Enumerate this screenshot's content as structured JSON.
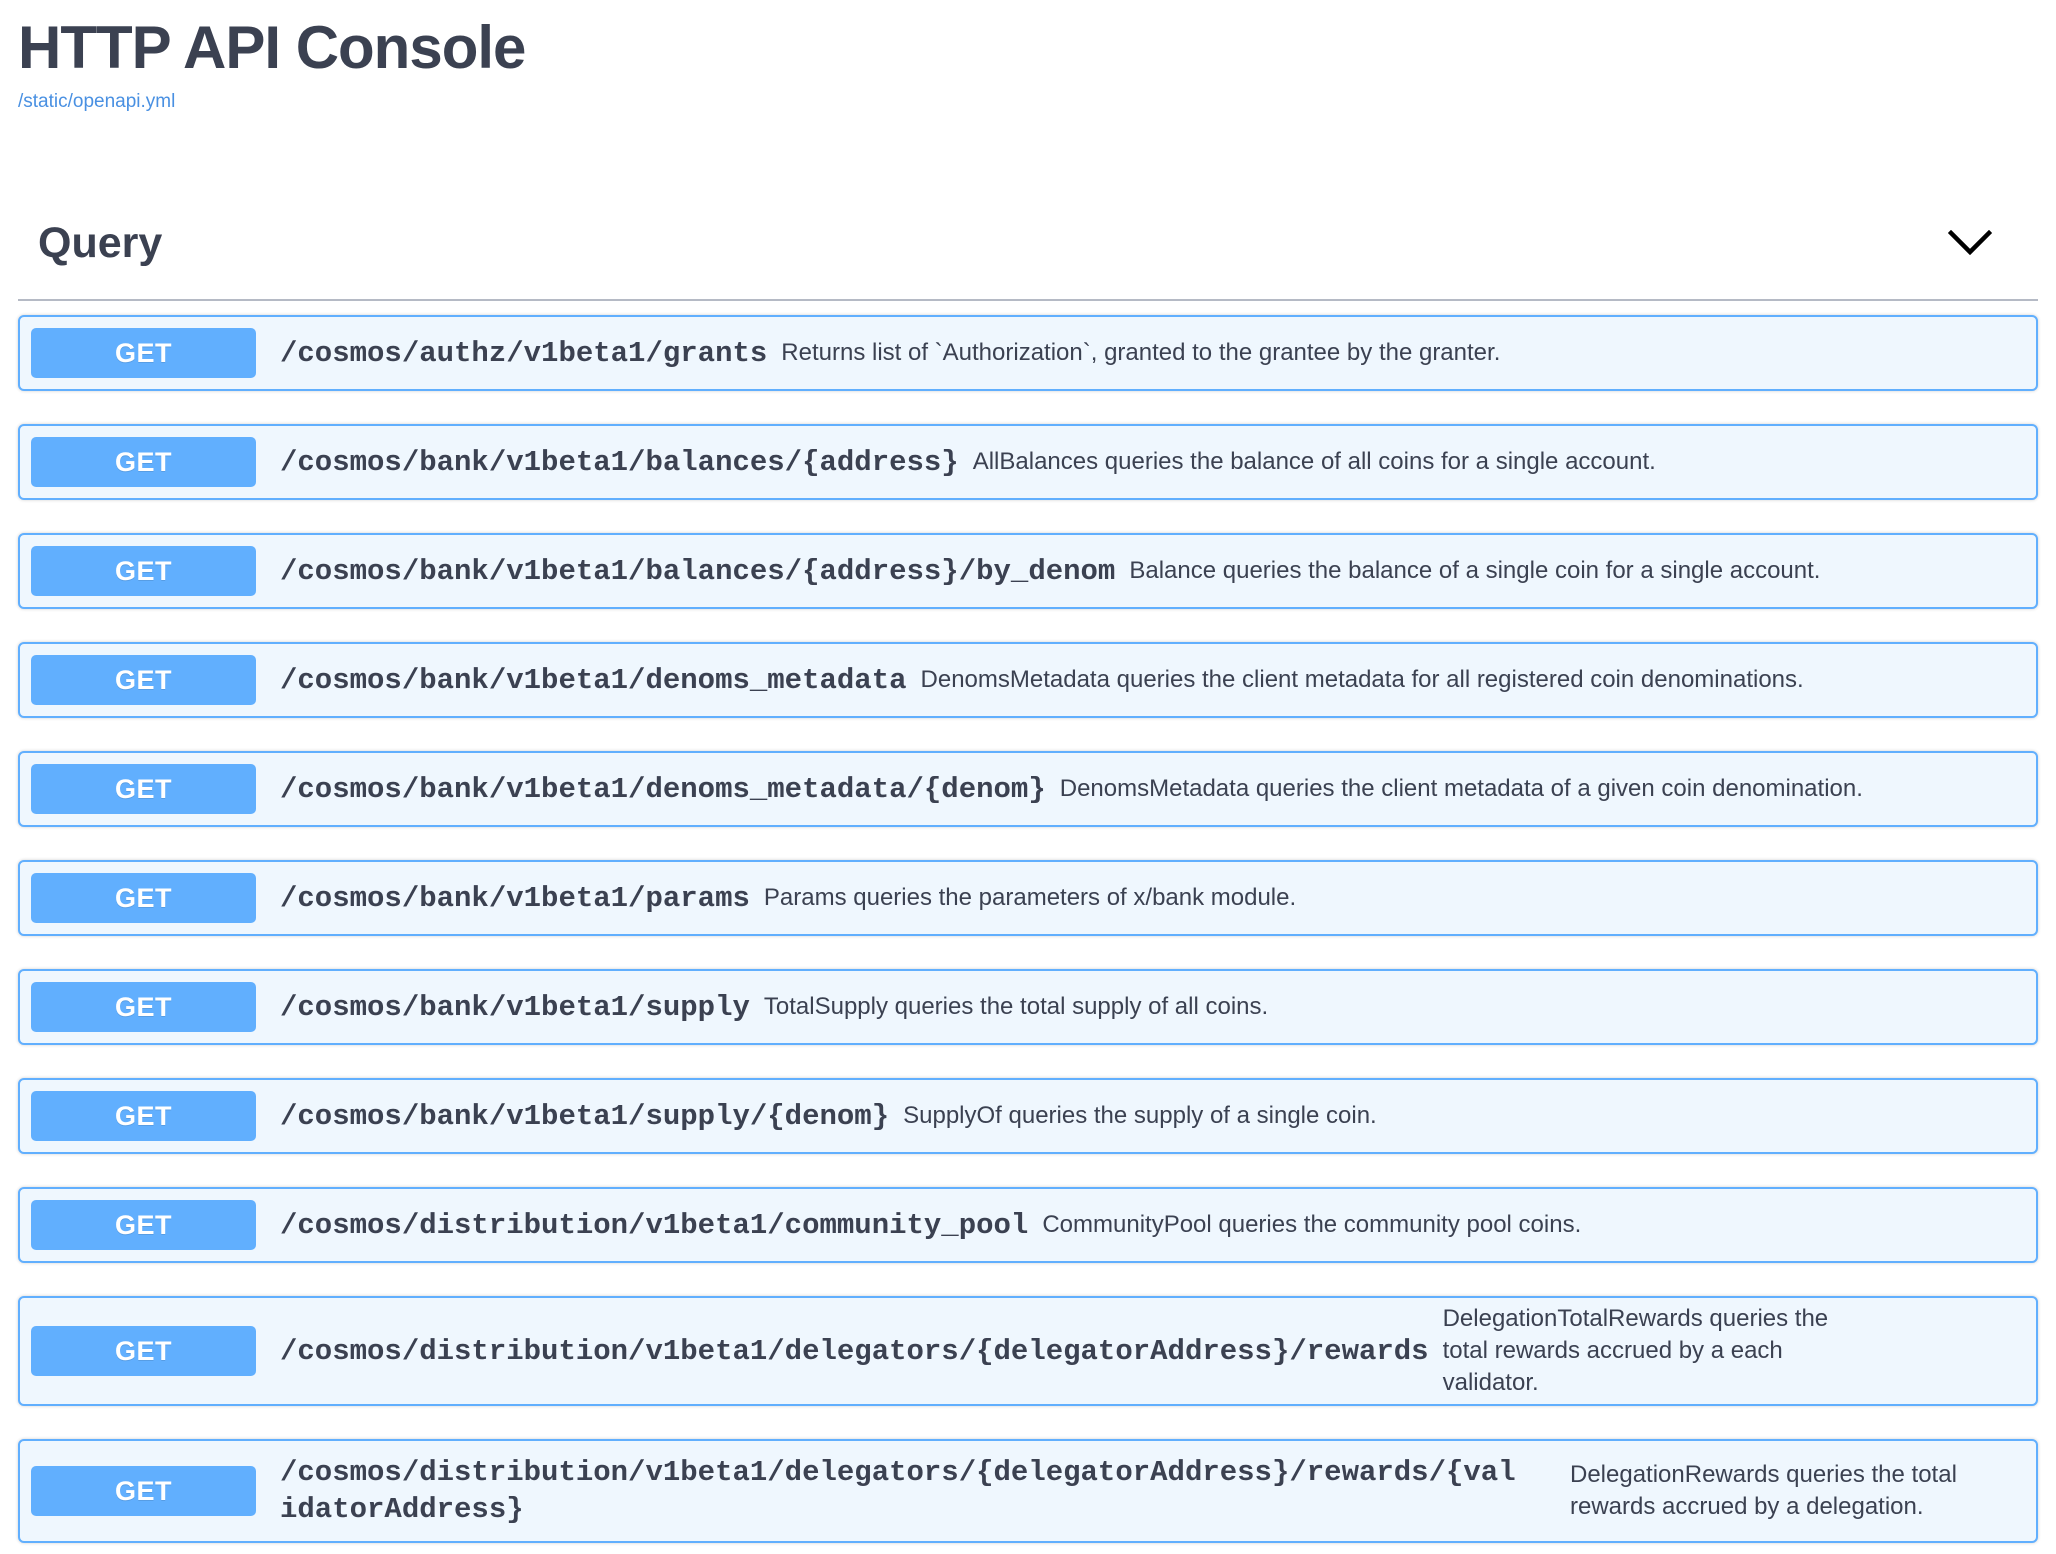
{
  "header": {
    "title": "HTTP API Console",
    "spec_link": "/static/openapi.yml"
  },
  "section": {
    "title": "Query",
    "collapse_icon": "chevron-down-icon"
  },
  "colors": {
    "get_badge": "#61affe",
    "row_background": "#eff7fe",
    "row_border": "#61affe",
    "text": "#3b4151",
    "link": "#4990e2",
    "divider": "#b5bac5"
  },
  "operations": [
    {
      "method": "GET",
      "path": "/cosmos/authz/v1beta1/grants",
      "description": "Returns list of `Authorization`, granted to the grantee by the granter."
    },
    {
      "method": "GET",
      "path": "/cosmos/bank/v1beta1/balances/{address}",
      "description": "AllBalances queries the balance of all coins for a single account."
    },
    {
      "method": "GET",
      "path": "/cosmos/bank/v1beta1/balances/{address}/by_denom",
      "description": "Balance queries the balance of a single coin for a single account."
    },
    {
      "method": "GET",
      "path": "/cosmos/bank/v1beta1/denoms_metadata",
      "description": "DenomsMetadata queries the client metadata for all registered coin denominations."
    },
    {
      "method": "GET",
      "path": "/cosmos/bank/v1beta1/denoms_metadata/{denom}",
      "description": "DenomsMetadata queries the client metadata of a given coin denomination."
    },
    {
      "method": "GET",
      "path": "/cosmos/bank/v1beta1/params",
      "description": "Params queries the parameters of x/bank module."
    },
    {
      "method": "GET",
      "path": "/cosmos/bank/v1beta1/supply",
      "description": "TotalSupply queries the total supply of all coins."
    },
    {
      "method": "GET",
      "path": "/cosmos/bank/v1beta1/supply/{denom}",
      "description": "SupplyOf queries the supply of a single coin."
    },
    {
      "method": "GET",
      "path": "/cosmos/distribution/v1beta1/community_pool",
      "description": "CommunityPool queries the community pool coins."
    },
    {
      "method": "GET",
      "path": "/cosmos/distribution/v1beta1/delegators/{delegatorAddress}/rewards",
      "description": "DelegationTotalRewards queries the total rewards accrued by a each validator.",
      "wrap": "a"
    },
    {
      "method": "GET",
      "path": "/cosmos/distribution/v1beta1/delegators/{delegatorAddress}/rewards/{validatorAddress}",
      "description": "DelegationRewards queries the total rewards accrued by a delegation.",
      "wrap": "b"
    }
  ]
}
